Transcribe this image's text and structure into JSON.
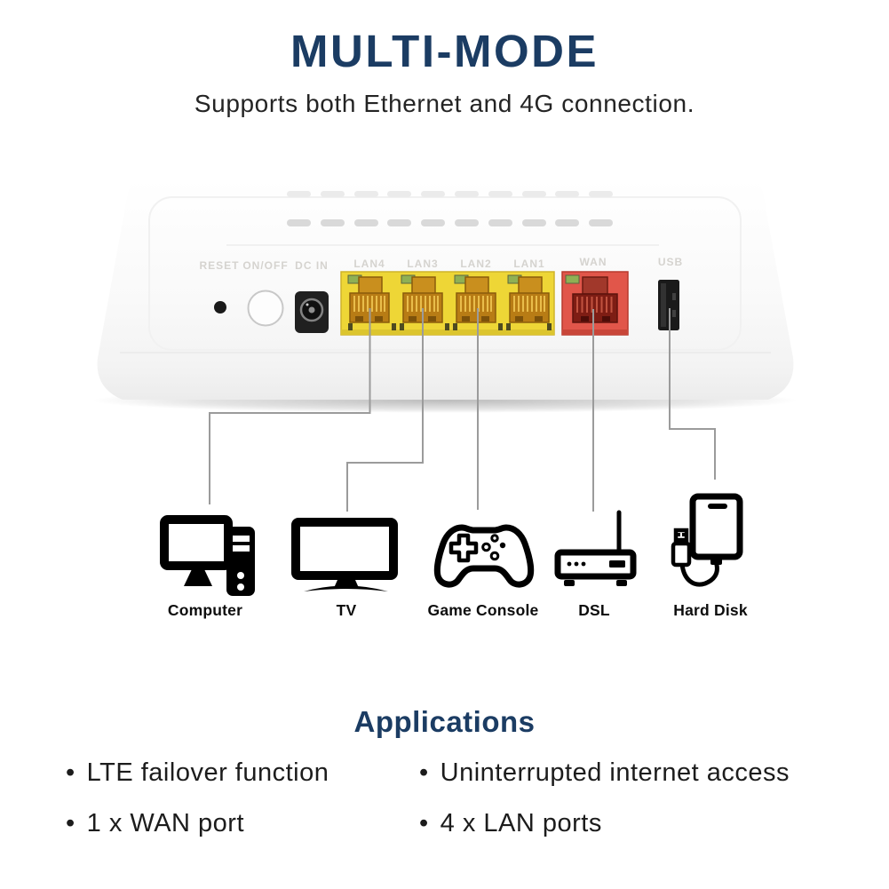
{
  "header": {
    "title": "MULTI-MODE",
    "subtitle": "Supports both Ethernet and 4G connection."
  },
  "router": {
    "port_labels": {
      "reset": "RESET",
      "onoff": "ON/OFF",
      "dcin": "DC IN",
      "lan4": "LAN4",
      "lan3": "LAN3",
      "lan2": "LAN2",
      "lan1": "LAN1",
      "wan": "WAN",
      "usb": "USB"
    },
    "colors": {
      "lan_block_yellow": "#eed636",
      "lan_jack_orange": "#b87c15",
      "wan_block_red": "#e1564a",
      "wan_jack_dark_red": "#7e1d14",
      "led_green": "#8fb054",
      "usb_black": "#1a1a1a",
      "connector_line_gray": "#9b9b9b"
    }
  },
  "connections": [
    {
      "from": "LAN4",
      "to": "Computer"
    },
    {
      "from": "LAN3",
      "to": "TV"
    },
    {
      "from": "LAN2",
      "to": "Game Console"
    },
    {
      "from": "WAN",
      "to": "DSL"
    },
    {
      "from": "USB",
      "to": "Hard Disk"
    }
  ],
  "devices": [
    {
      "label": "Computer"
    },
    {
      "label": "TV"
    },
    {
      "label": "Game Console"
    },
    {
      "label": "DSL"
    },
    {
      "label": "Hard Disk"
    }
  ],
  "applications": {
    "heading": "Applications",
    "bullet": "•",
    "columns": [
      {
        "items": [
          "LTE failover function",
          "1 x WAN port"
        ]
      },
      {
        "items": [
          "Uninterrupted internet access",
          "4 x LAN ports"
        ]
      }
    ]
  },
  "accent_color": "#1b3c63"
}
